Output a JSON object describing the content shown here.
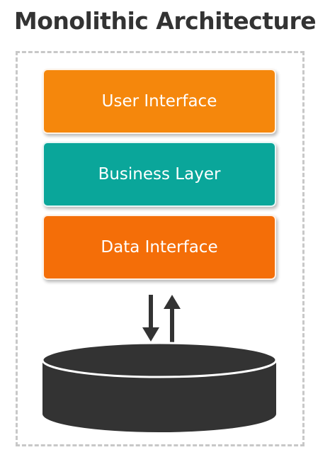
{
  "title": "Monolithic Architecture",
  "layers": [
    {
      "label": "User Interface",
      "color": "#f5870c"
    },
    {
      "label": "Business Layer",
      "color": "#0aa69a"
    },
    {
      "label": "Data Interface",
      "color": "#f46e08"
    }
  ],
  "arrows": [
    "arrow-down-icon",
    "arrow-up-icon"
  ],
  "database": {
    "icon": "database-cylinder-icon",
    "color": "#333333"
  }
}
